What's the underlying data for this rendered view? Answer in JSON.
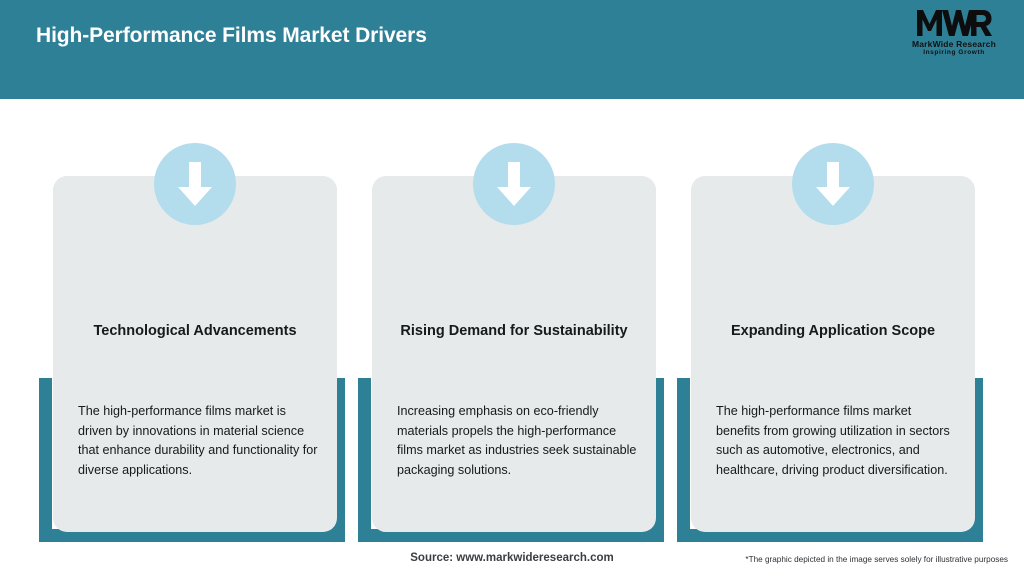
{
  "header": {
    "title": "High-Performance Films Market Drivers",
    "bg_color": "#2e8097",
    "title_color": "#ffffff",
    "logo": {
      "mark": "MWR",
      "name": "MarkWide Research",
      "tagline": "Inspiring Growth"
    }
  },
  "theme": {
    "accent_teal": "#2e8097",
    "card_bg": "#e6eaeb",
    "icon_circle": "#b3dced",
    "icon_arrow": "#ffffff",
    "text_dark": "#17191b"
  },
  "cards": [
    {
      "icon": "arrow-down-icon",
      "title": "Technological Advancements",
      "body": "The high-performance films market is driven by innovations in material science that enhance durability and functionality for diverse applications."
    },
    {
      "icon": "arrow-down-icon",
      "title": "Rising Demand for Sustainability",
      "body": "Increasing emphasis on eco-friendly materials propels the high-performance films market as industries seek sustainable packaging solutions."
    },
    {
      "icon": "arrow-down-icon",
      "title": "Expanding Application Scope",
      "body": "The high-performance films market benefits from growing utilization in sectors such as automotive, electronics, and healthcare, driving product diversification."
    }
  ],
  "footer": {
    "source": "Source: www.markwideresearch.com",
    "disclaimer": "*The graphic depicted in the image serves solely for illustrative purposes"
  }
}
